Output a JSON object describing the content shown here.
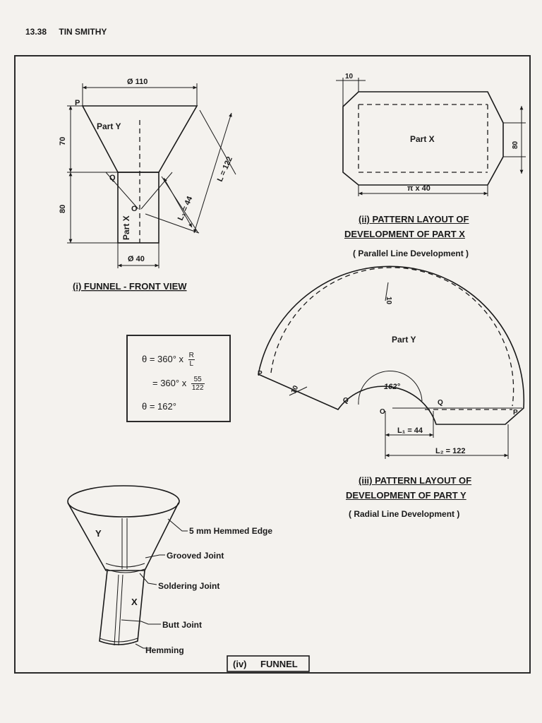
{
  "header": {
    "page_number": "13.38",
    "title": "TIN SMITHY"
  },
  "funnel_front_view": {
    "caption": "(i) FUNNEL - FRONT VIEW",
    "dim_top_dia": "Ø 110",
    "dim_bottom_dia": "Ø 40",
    "dim_cone_height": "70",
    "dim_pipe_height": "80",
    "dim_L": "L = 122",
    "dim_L1": "L₁ = 44",
    "label_P": "P",
    "label_Q": "Q",
    "label_O": "O",
    "label_part_y": "Part Y",
    "label_part_x": "Part X"
  },
  "part_x_layout": {
    "dim_top": "10",
    "dim_height": "80",
    "dim_length": "π x 40",
    "label_part": "Part X",
    "caption_line1": "(ii) PATTERN LAYOUT OF",
    "caption_line2": "DEVELOPMENT OF PART X",
    "caption_line3": "( Parallel Line Development )"
  },
  "formula": {
    "line1_lhs": "θ = 360° x",
    "line1_num": "R",
    "line1_den": "L",
    "line2_lhs": "= 360° x",
    "line2_num": "55",
    "line2_den": "122",
    "line3": "θ = 162°"
  },
  "part_y_layout": {
    "label_part": "Part Y",
    "dim_top": "10",
    "dim_left": "10",
    "angle": "162°",
    "label_P_left": "P",
    "label_P_right": "P",
    "label_Q_left": "Q",
    "label_Q_right": "Q",
    "label_O": "O",
    "dim_L1": "L₁ = 44",
    "dim_L2": "L₂ = 122",
    "caption_line1": "(iii) PATTERN LAYOUT OF",
    "caption_line2": "DEVELOPMENT OF PART Y",
    "caption_line3": "( Radial Line Development )"
  },
  "funnel_3d": {
    "label_Y": "Y",
    "label_X": "X",
    "callout_hemmed_edge": "5 mm Hemmed Edge",
    "callout_grooved": "Grooved Joint",
    "callout_soldering": "Soldering Joint",
    "callout_butt": "Butt Joint",
    "callout_hemming": "Hemming",
    "caption_tag": "(iv)",
    "caption": "FUNNEL"
  }
}
